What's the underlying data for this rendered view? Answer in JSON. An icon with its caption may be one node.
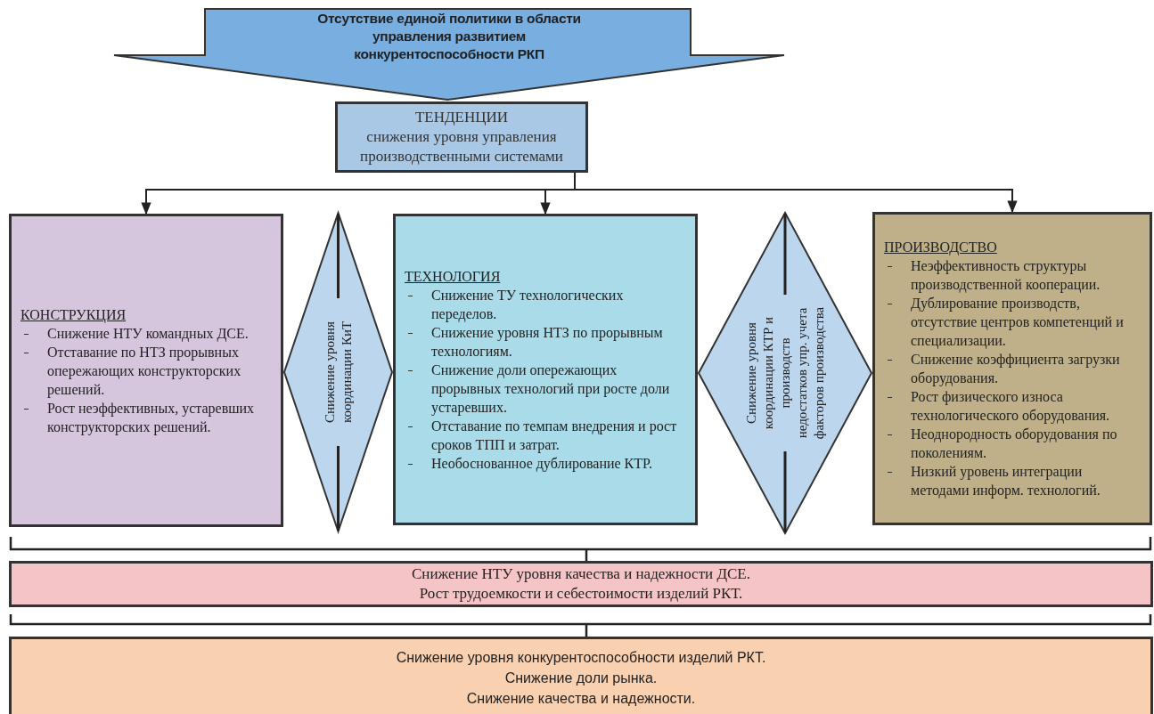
{
  "diagram": {
    "nodes": [
      {
        "text": [
          "Отсутствие единой политики в области управления развитием конкурентоспособности РКП"
        ]
      },
      {
        "text": [
          "ТЕНДЕНЦИИ",
          "снижения уровня управления производственными системами"
        ]
      },
      {
        "text": [
          "КОНСТРУКЦИЯ",
          "Снижение НТУ командных ДСЕ.",
          "Отставание по НТЗ прорывных опережающих конструкторских решений.",
          "Рост неэффективных, устаревших конструкторских решений."
        ]
      },
      {
        "text": [
          "Снижение уровня координации КиТ"
        ]
      },
      {
        "text": [
          "ТЕХНОЛОГИЯ",
          "Снижение ТУ технологических переделов.",
          "Снижение уровня НТЗ по прорывным технологиям.",
          "Снижение доли опережающих прорывных технологий при росте доли устаревших.",
          "Отставание по темпам внедрения и рост сроков ТПП и затрат.",
          "Необоснованное дублирование КТР."
        ]
      },
      {
        "text": [
          "Снижение уровня координации КТР и производств недостатков упр. учета факторов производства"
        ]
      },
      {
        "text": [
          "ПРОИЗВОДСТВО",
          "Неэффективность структуры производственной кооперации.",
          "Дублирование производств, отсутствие центров компетенций и специализации.",
          "Снижение коэффициента загрузки оборудования.",
          "Рост физического износа технологического оборудования.",
          "Неоднородность оборудования по поколениям.",
          "Низкий уровень интеграции методами информ. технологий."
        ]
      },
      {
        "text": [
          "Снижение НТУ уровня качества и надежности ДСЕ.",
          "Рост трудоемкости и себестоимости изделий РКТ."
        ]
      },
      {
        "text": [
          "Снижение уровня конкурентоспособности изделий РКТ.",
          "Снижение доли рынка.",
          "Снижение качества и надежности."
        ]
      }
    ],
    "edges": [
      {
        "from": 1,
        "to": 2,
        "arrow": "to"
      },
      {
        "from": 1,
        "to": 4,
        "arrow": "to"
      },
      {
        "from": 1,
        "to": 6,
        "arrow": "to"
      }
    ]
  }
}
